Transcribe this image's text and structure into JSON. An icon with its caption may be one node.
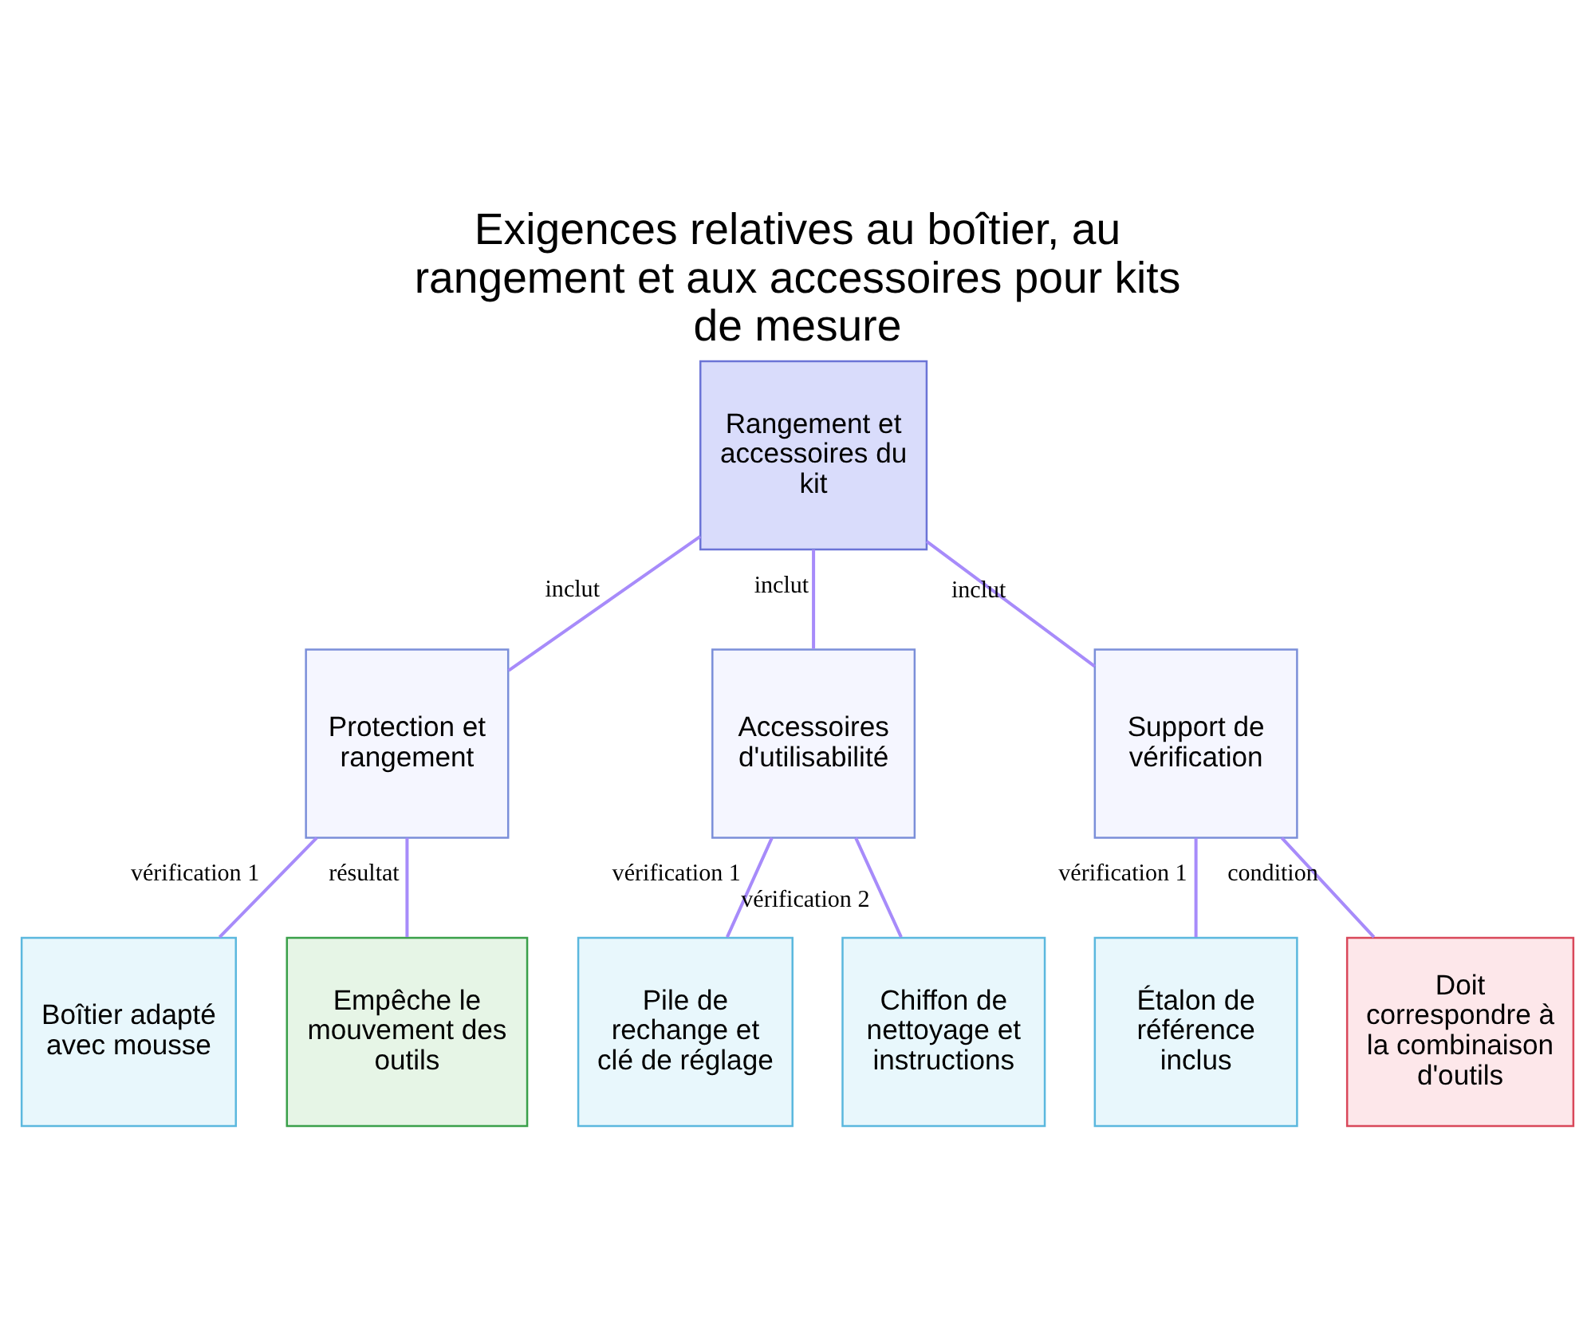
{
  "diagram": {
    "title": "Exigences relatives au boîtier, au rangement et aux accessoires pour kits de mesure",
    "nodes": [
      {
        "text": [
          "Rangement et accessoires du kit"
        ]
      },
      {
        "text": [
          "Protection et rangement"
        ]
      },
      {
        "text": [
          "Accessoires d'utilisabilité"
        ]
      },
      {
        "text": [
          "Support de vérification"
        ]
      },
      {
        "text": [
          "Boîtier adapté avec mousse"
        ]
      },
      {
        "text": [
          "Empêche le mouvement des outils"
        ]
      },
      {
        "text": [
          "Pile de rechange et clé de réglage"
        ]
      },
      {
        "text": [
          "Chiffon de nettoyage et instructions"
        ]
      },
      {
        "text": [
          "Étalon de référence inclus"
        ]
      },
      {
        "text": [
          "Doit correspondre à la combinaison d'outils"
        ]
      }
    ],
    "edges": [
      {
        "from": 0,
        "to": 1,
        "arrow": "none",
        "label": "inclut"
      },
      {
        "from": 0,
        "to": 2,
        "arrow": "none",
        "label": "inclut"
      },
      {
        "from": 0,
        "to": 3,
        "arrow": "none",
        "label": "inclut"
      },
      {
        "from": 1,
        "to": 4,
        "arrow": "none",
        "label": "vérification 1"
      },
      {
        "from": 1,
        "to": 5,
        "arrow": "none",
        "label": "résultat"
      },
      {
        "from": 2,
        "to": 6,
        "arrow": "none",
        "label": "vérification 1"
      },
      {
        "from": 2,
        "to": 7,
        "arrow": "none",
        "label": "vérification 2"
      },
      {
        "from": 3,
        "to": 8,
        "arrow": "none",
        "label": "vérification 1"
      },
      {
        "from": 3,
        "to": 9,
        "arrow": "none",
        "label": "condition"
      }
    ]
  }
}
